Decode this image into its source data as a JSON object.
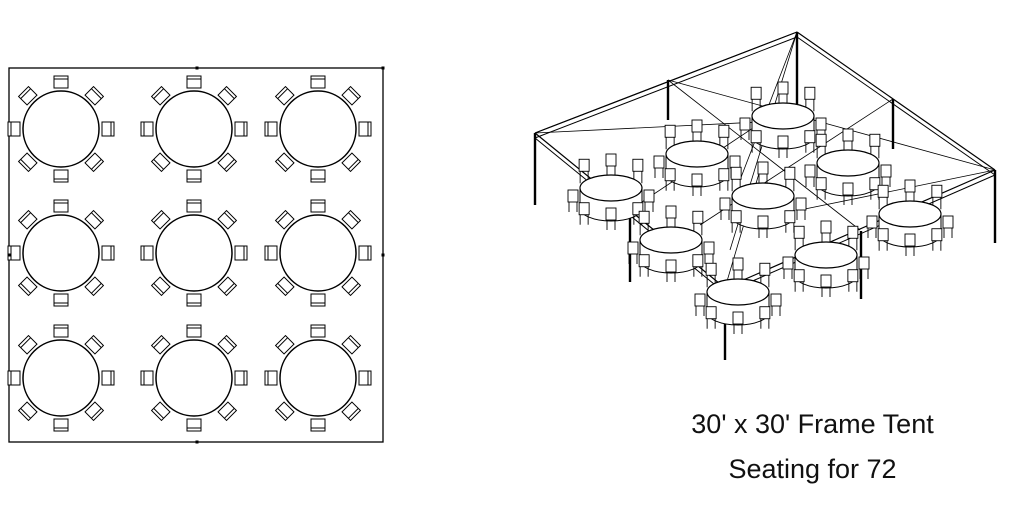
{
  "caption": {
    "title": "30' x 30' Frame Tent",
    "seating": "Seating for 72"
  },
  "layout": {
    "table_rows": 3,
    "table_cols": 3,
    "chairs_per_table": 8,
    "table_shape": "round"
  },
  "colors": {
    "line": "#000000",
    "background": "#ffffff"
  }
}
